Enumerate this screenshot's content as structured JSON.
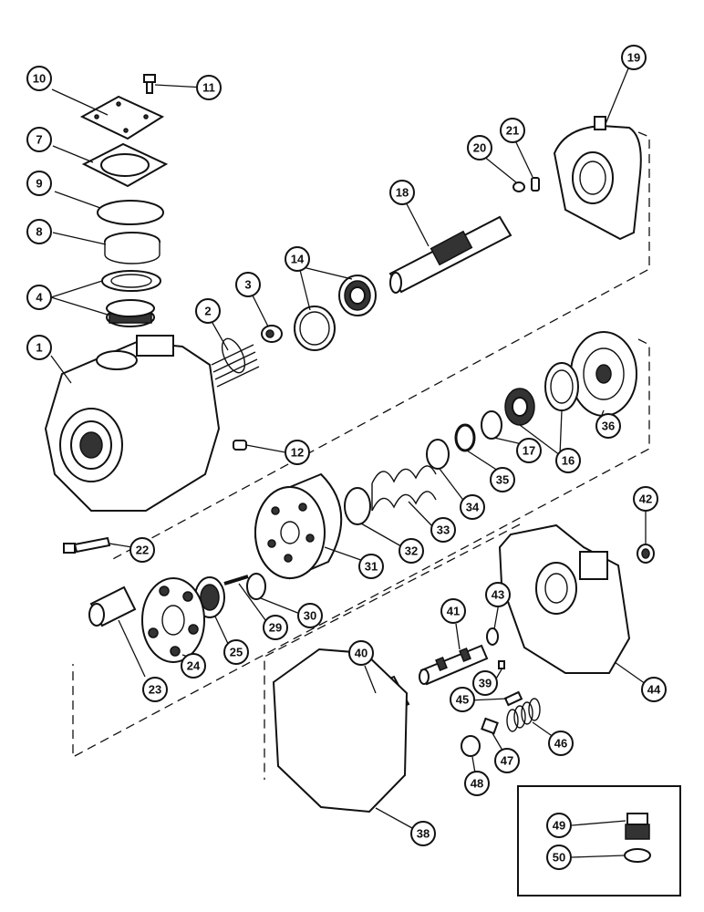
{
  "callouts": {
    "c1": "1",
    "c2": "2",
    "c3": "3",
    "c4": "4",
    "c7": "7",
    "c8": "8",
    "c9": "9",
    "c10": "10",
    "c11": "11",
    "c12": "12",
    "c14": "14",
    "c16": "16",
    "c17": "17",
    "c18": "18",
    "c19": "19",
    "c20": "20",
    "c21": "21",
    "c22": "22",
    "c23": "23",
    "c24": "24",
    "c25": "25",
    "c29": "29",
    "c30": "30",
    "c31": "31",
    "c32": "32",
    "c33": "33",
    "c34": "34",
    "c35": "35",
    "c36": "36",
    "c38": "38",
    "c39": "39",
    "c40": "40",
    "c41": "41",
    "c42": "42",
    "c43": "43",
    "c44": "44",
    "c45": "45",
    "c46": "46",
    "c47": "47",
    "c48": "48",
    "c49": "49",
    "c50": "50"
  }
}
